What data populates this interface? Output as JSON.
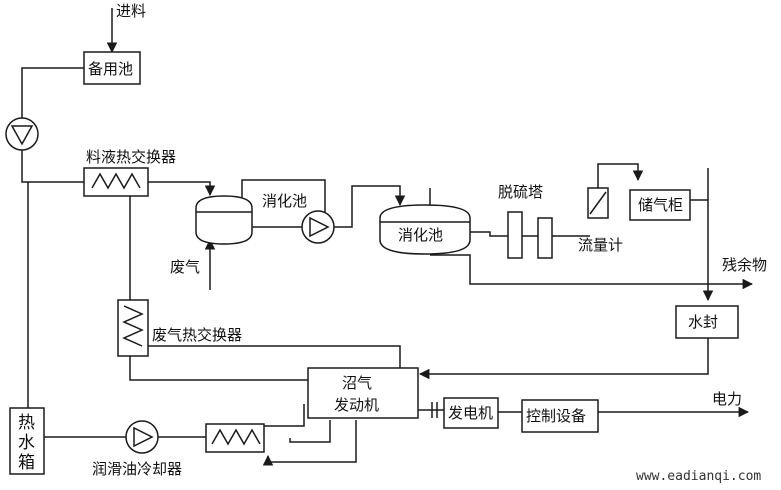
{
  "labels": {
    "feed_in": "进料",
    "standby_tank": "备用池",
    "feed_heat_exchanger": "料液热交换器",
    "digester_1": "消化池",
    "digester_2": "消化池",
    "desulfurization_tower": "脱硫塔",
    "gas_holder": "储气柜",
    "flowmeter": "流量计",
    "waste_gas": "废气",
    "residue": "残余物",
    "water_seal": "水封",
    "waste_gas_heat_exchanger": "废气热交换器",
    "biogas_engine_line1": "沼气",
    "biogas_engine_line2": "发动机",
    "generator": "发电机",
    "control_equipment": "控制设备",
    "electricity": "电力",
    "hot_water_tank_1": "热",
    "hot_water_tank_2": "水",
    "hot_water_tank_3": "箱",
    "lube_oil_cooler": "润滑油冷却器",
    "watermark": "www.eadianqi.com"
  },
  "colors": {
    "line": "#1a1a1a",
    "background": "#ffffff"
  }
}
